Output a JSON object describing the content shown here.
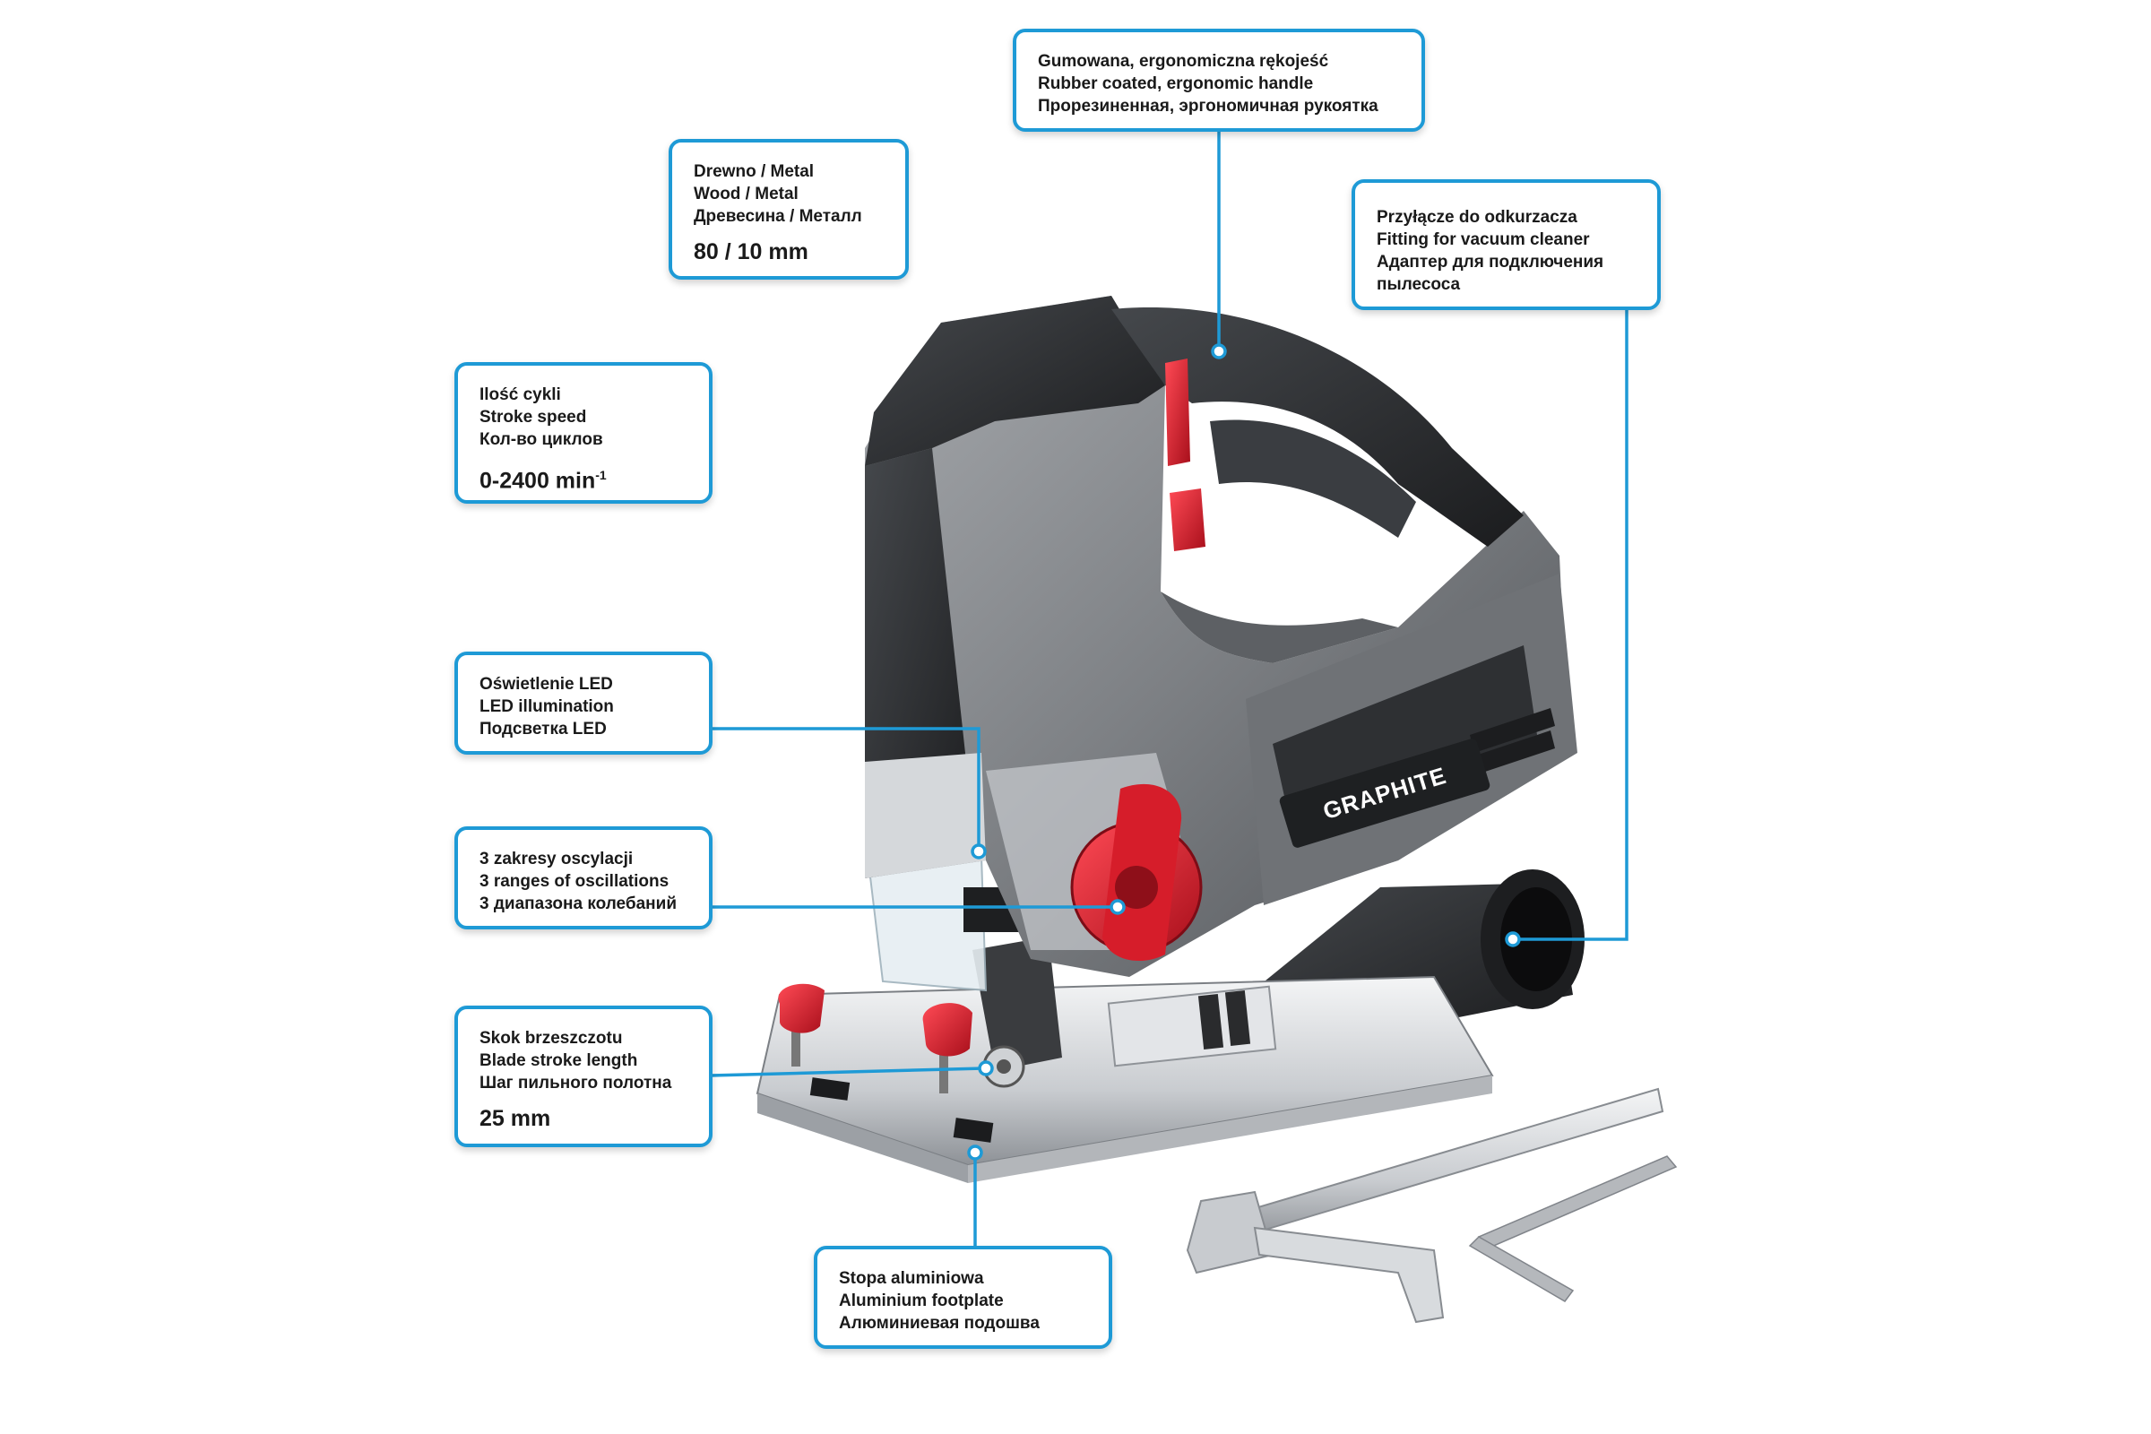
{
  "callouts": {
    "handle": {
      "lines": [
        "Gumowana, ergonomiczna rękojeść",
        "Rubber coated, ergonomic handle",
        "Прорезиненная, эргономичная рукоятка"
      ]
    },
    "material": {
      "lines": [
        "Drewno / Metal",
        "Wood / Metal",
        "Древесина / Металл"
      ],
      "value": "80 / 10 mm"
    },
    "vacuum": {
      "lines": [
        "Przyłącze do odkurzacza",
        "Fitting for vacuum cleaner",
        "Адаптер для подключения",
        "пылесоса"
      ]
    },
    "stroke_speed": {
      "lines": [
        "Ilość cykli",
        "Stroke speed",
        "Кол-во циклов"
      ],
      "value": "0-2400 min",
      "value_sup": "-1"
    },
    "led": {
      "lines": [
        "Oświetlenie LED",
        "LED illumination",
        "Подсветка LED"
      ]
    },
    "oscillation": {
      "lines": [
        "3 zakresy oscylacji",
        "3 ranges of oscillations",
        "3 диапазона колебаний"
      ]
    },
    "blade": {
      "lines": [
        "Skok brzeszczotu",
        "Blade stroke length",
        "Шаг пильного полотна"
      ],
      "value": "25 mm"
    },
    "footplate": {
      "lines": [
        "Stopa aluminiowa",
        "Aluminium footplate",
        "Алюминиевая подошва"
      ]
    }
  },
  "brand": "GRAPHITE",
  "colors": {
    "accent": "#1e9ad6",
    "tool_red": "#e0202e",
    "tool_dark": "#2b2d30",
    "tool_grey": "#8a8d91"
  }
}
